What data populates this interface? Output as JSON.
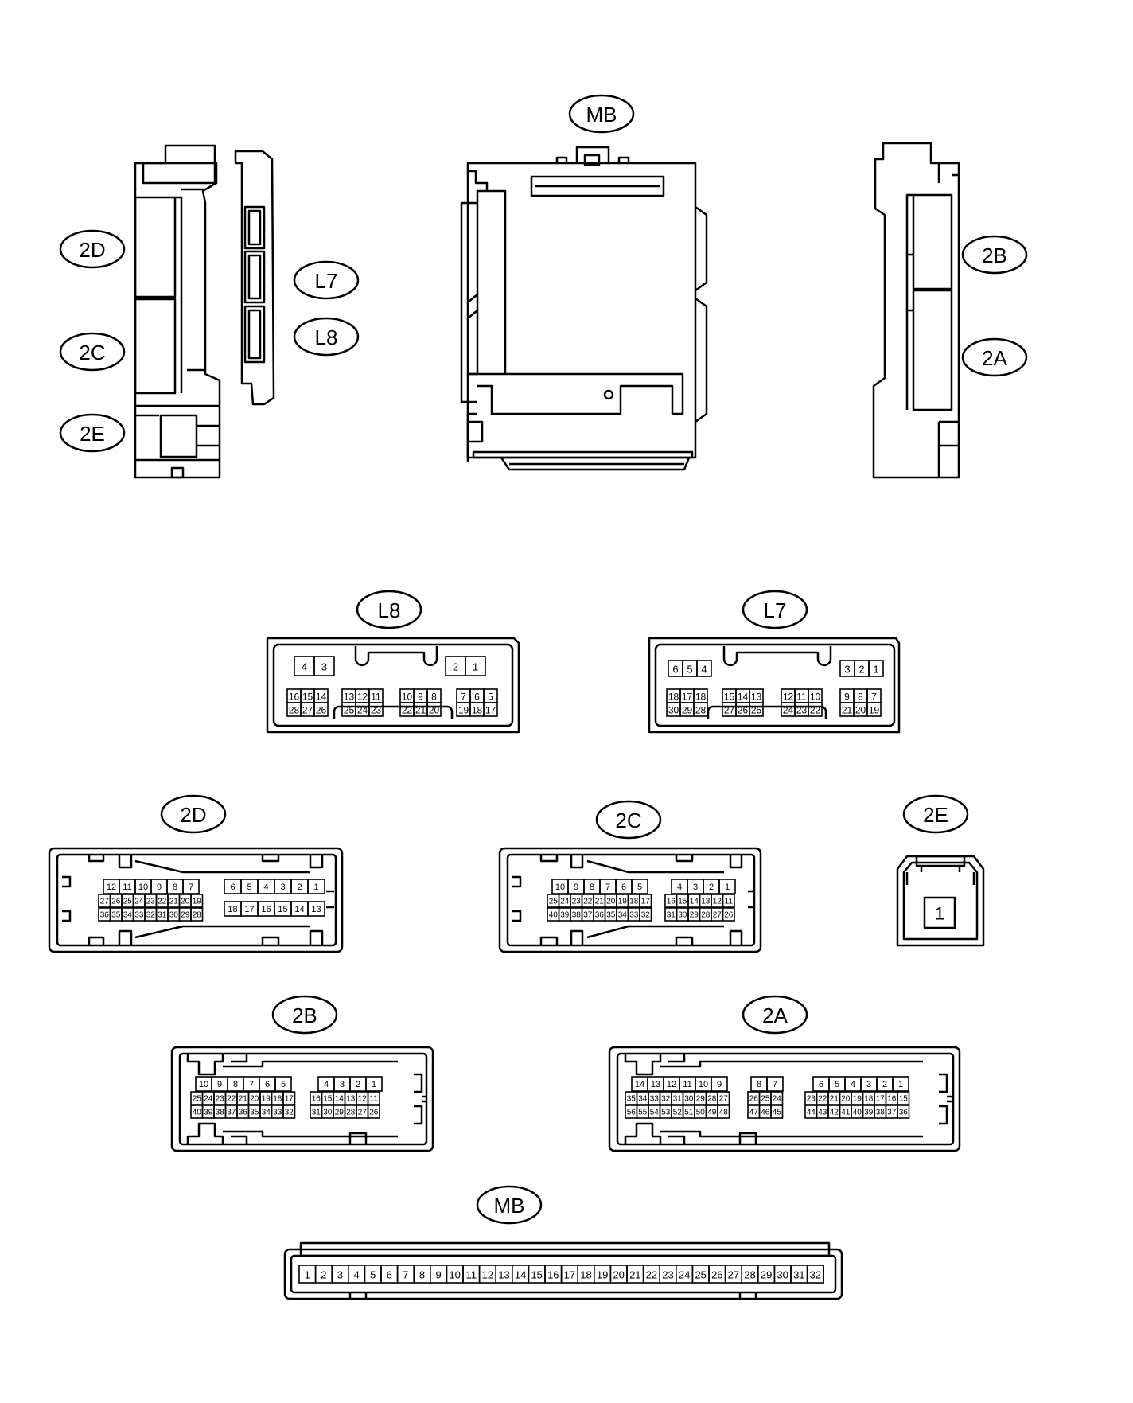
{
  "colors": {
    "line": "#000000",
    "background": "#ffffff"
  },
  "labels": {
    "mb_top": "MB",
    "d2_side": "2D",
    "c2_side": "2C",
    "e2_side": "2E",
    "l7_side": "L7",
    "l8_side": "L8",
    "b2_side": "2B",
    "a2_side": "2A",
    "l8_face": "L8",
    "l7_face": "L7",
    "d2_face": "2D",
    "c2_face": "2C",
    "e2_face": "2E",
    "b2_face": "2B",
    "a2_face": "2A",
    "mb_face": "MB"
  },
  "connectors": {
    "L8": {
      "top_left": [
        "4",
        "3"
      ],
      "top_right": [
        "2",
        "1"
      ],
      "groups": [
        {
          "top": [
            "16",
            "15",
            "14"
          ],
          "bottom": [
            "28",
            "27",
            "26"
          ]
        },
        {
          "top": [
            "13",
            "12",
            "11"
          ],
          "bottom": [
            "25",
            "24",
            "23"
          ]
        },
        {
          "top": [
            "10",
            "9",
            "8"
          ],
          "bottom": [
            "22",
            "21",
            "20"
          ]
        },
        {
          "top": [
            "7",
            "6",
            "5"
          ],
          "bottom": [
            "19",
            "18",
            "17"
          ]
        }
      ]
    },
    "L7": {
      "top_left": [
        "6",
        "5",
        "4"
      ],
      "top_right": [
        "3",
        "2",
        "1"
      ],
      "groups": [
        {
          "top": [
            "18",
            "17",
            "18"
          ],
          "bottom": [
            "30",
            "29",
            "28"
          ]
        },
        {
          "top": [
            "15",
            "14",
            "13"
          ],
          "bottom": [
            "27",
            "26",
            "25"
          ]
        },
        {
          "top": [
            "12",
            "11",
            "10"
          ],
          "bottom": [
            "24",
            "23",
            "22"
          ]
        },
        {
          "top": [
            "9",
            "8",
            "7"
          ],
          "bottom": [
            "21",
            "20",
            "19"
          ]
        }
      ]
    },
    "2D": {
      "left": {
        "top": [
          "12",
          "11",
          "10",
          "9",
          "8",
          "7"
        ],
        "mid": [
          "27",
          "26",
          "25",
          "24",
          "23",
          "22",
          "21",
          "20",
          "19"
        ],
        "bot": [
          "36",
          "35",
          "34",
          "33",
          "32",
          "31",
          "30",
          "29",
          "28"
        ]
      },
      "right": {
        "top": [
          "6",
          "5",
          "4",
          "3",
          "2",
          "1"
        ],
        "bot": [
          "18",
          "17",
          "16",
          "15",
          "14",
          "13"
        ]
      }
    },
    "2C": {
      "left": {
        "top": [
          "10",
          "9",
          "8",
          "7",
          "6",
          "5"
        ],
        "mid": [
          "25",
          "24",
          "23",
          "22",
          "21",
          "20",
          "19",
          "18",
          "17"
        ],
        "bot": [
          "40",
          "39",
          "38",
          "37",
          "36",
          "35",
          "34",
          "33",
          "32"
        ]
      },
      "right": {
        "top": [
          "4",
          "3",
          "2",
          "1"
        ],
        "mid": [
          "16",
          "15",
          "14",
          "13",
          "12",
          "11"
        ],
        "bot": [
          "31",
          "30",
          "29",
          "28",
          "27",
          "26"
        ]
      }
    },
    "2E": {
      "pin": "1"
    },
    "2B": {
      "left": {
        "top": [
          "10",
          "9",
          "8",
          "7",
          "6",
          "5"
        ],
        "mid": [
          "25",
          "24",
          "23",
          "22",
          "21",
          "20",
          "19",
          "18",
          "17"
        ],
        "bot": [
          "40",
          "39",
          "38",
          "37",
          "36",
          "35",
          "34",
          "33",
          "32"
        ]
      },
      "right": {
        "top": [
          "4",
          "3",
          "2",
          "1"
        ],
        "mid": [
          "16",
          "15",
          "14",
          "13",
          "12",
          "11"
        ],
        "bot": [
          "31",
          "30",
          "29",
          "28",
          "27",
          "26"
        ]
      }
    },
    "2A": {
      "left": {
        "top": [
          "14",
          "13",
          "12",
          "11",
          "10",
          "9"
        ],
        "mid": [
          "35",
          "34",
          "33",
          "32",
          "31",
          "30",
          "29",
          "28",
          "27"
        ],
        "bot": [
          "56",
          "55",
          "54",
          "53",
          "52",
          "51",
          "50",
          "49",
          "48"
        ]
      },
      "middle": {
        "top": [
          "8",
          "7"
        ],
        "mid": [
          "26",
          "25",
          "24"
        ],
        "bot": [
          "47",
          "46",
          "45"
        ]
      },
      "right": {
        "top": [
          "6",
          "5",
          "4",
          "3",
          "2",
          "1"
        ],
        "mid": [
          "23",
          "22",
          "21",
          "20",
          "19",
          "18",
          "17",
          "16",
          "15"
        ],
        "bot": [
          "44",
          "43",
          "42",
          "41",
          "40",
          "39",
          "38",
          "37",
          "36"
        ]
      }
    },
    "MB": {
      "pins": [
        "1",
        "2",
        "3",
        "4",
        "5",
        "6",
        "7",
        "8",
        "9",
        "10",
        "11",
        "12",
        "13",
        "14",
        "15",
        "16",
        "17",
        "18",
        "19",
        "20",
        "21",
        "22",
        "23",
        "24",
        "25",
        "26",
        "27",
        "28",
        "29",
        "30",
        "31",
        "32"
      ]
    }
  }
}
